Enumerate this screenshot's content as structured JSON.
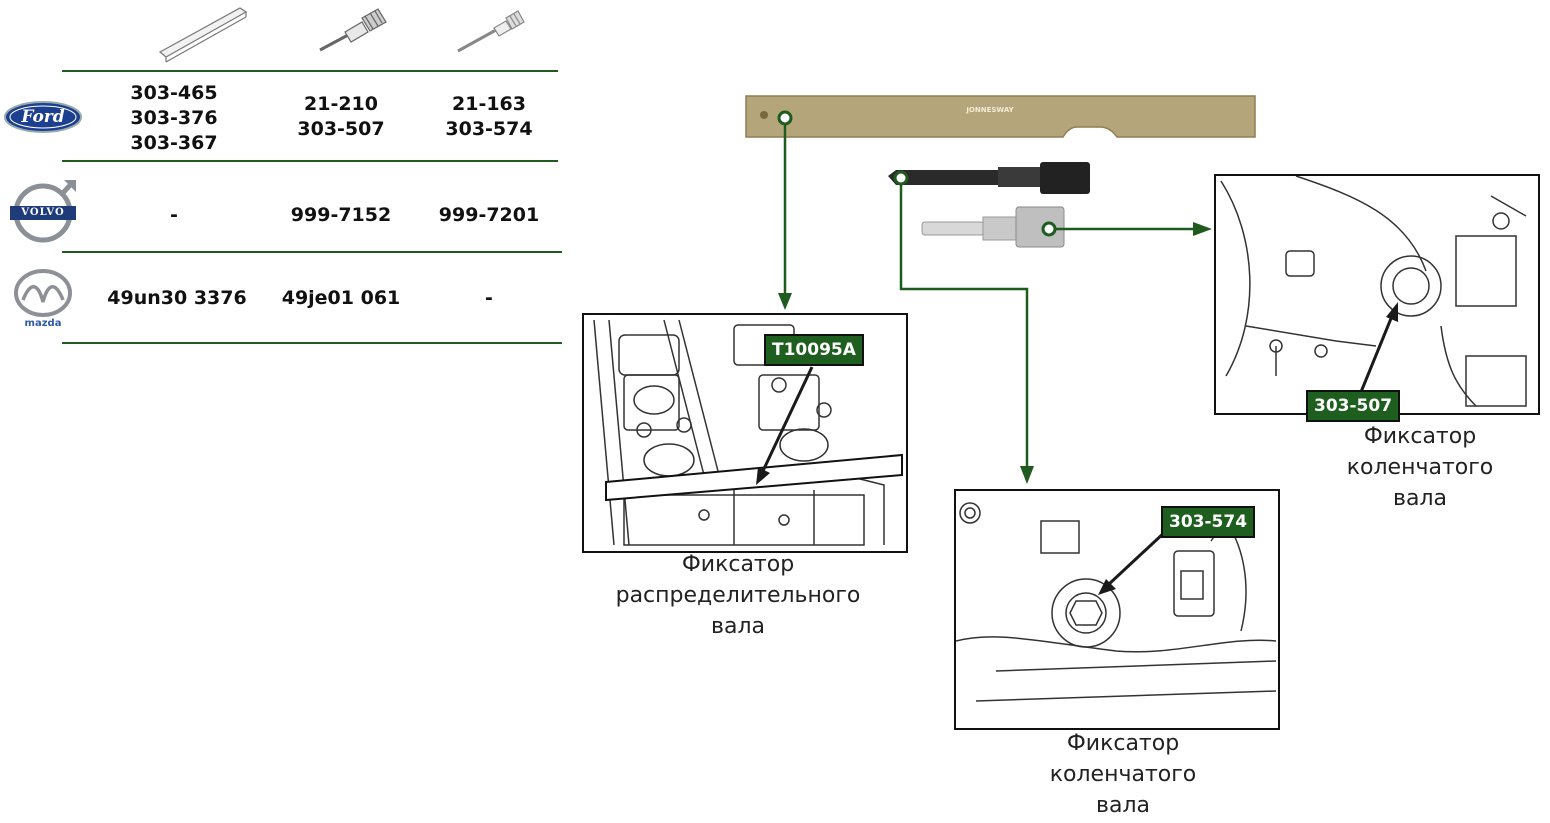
{
  "table": {
    "brands": [
      {
        "name": "Ford",
        "logo_text": "Ford",
        "cells": [
          [
            "303-465",
            "303-376",
            "303-367"
          ],
          [
            "21-210",
            "303-507"
          ],
          [
            "21-163",
            "303-574"
          ]
        ]
      },
      {
        "name": "Volvo",
        "logo_text": "VOLVO",
        "cells": [
          [
            "-"
          ],
          [
            "999-7152"
          ],
          [
            "999-7201"
          ]
        ]
      },
      {
        "name": "Mazda",
        "logo_text": "mazda",
        "cells": [
          [
            "49un30 3376"
          ],
          [
            "49je01 061"
          ],
          [
            "-"
          ]
        ]
      }
    ]
  },
  "tool_plate_text": "JONNESWAY",
  "callouts": {
    "camshaft": {
      "tag": "T10095A",
      "caption": [
        "Фиксатор",
        "распределительного",
        "вала"
      ]
    },
    "crank_right": {
      "tag": "303-507",
      "caption": [
        "Фиксатор",
        "коленчатого",
        "вала"
      ]
    },
    "crank_bottom": {
      "tag": "303-574",
      "caption": [
        "Фиксатор",
        "коленчатого",
        "вала"
      ]
    }
  },
  "colors": {
    "accent_green": "#1e5e1e",
    "line_green": "#1f5a1f",
    "plate_gold": "#b5a57a"
  }
}
